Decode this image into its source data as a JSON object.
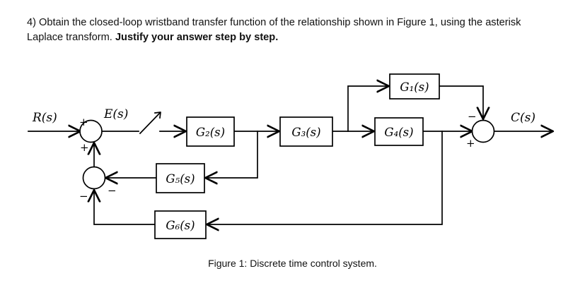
{
  "question": {
    "number": "4)",
    "text_part1": "4) Obtain the closed-loop wristband transfer function of the relationship shown in Figure 1, using the asterisk Laplace transform. ",
    "text_bold": "Justify your answer step by step.",
    "plain_line1": "4) Obtain the closed-loop wristband transfer function of the relationship shown in Figure 1, using the",
    "plain_line2": "asterisk Laplace transform."
  },
  "figure": {
    "caption": "Figure 1: Discrete time control system.",
    "title": "Discrete time control system",
    "signals": {
      "input": "R(s)",
      "error": "E(s)",
      "output": "C(s)"
    },
    "blocks": [
      {
        "id": "G1",
        "label": "G₁(s)",
        "base": "G",
        "sub": "1",
        "arg": "(s)"
      },
      {
        "id": "G2",
        "label": "G₂(s)",
        "base": "G",
        "sub": "2",
        "arg": "(s)"
      },
      {
        "id": "G3",
        "label": "G₃(s)",
        "base": "G",
        "sub": "3",
        "arg": "(s)"
      },
      {
        "id": "G4",
        "label": "G₄(s)",
        "base": "G",
        "sub": "4",
        "arg": "(s)"
      },
      {
        "id": "G5",
        "label": "G₅(s)",
        "base": "G",
        "sub": "5",
        "arg": "(s)"
      },
      {
        "id": "G6",
        "label": "G₆(s)",
        "base": "G",
        "sub": "6",
        "arg": "(s)"
      }
    ],
    "summing_junctions": [
      {
        "id": "sum1",
        "name": "input-summing-junction",
        "signs": {
          "left": "+",
          "bottom": "+"
        }
      },
      {
        "id": "sum2",
        "name": "feedback-summing-junction",
        "signs": {
          "right": "−",
          "bottom": "−"
        }
      },
      {
        "id": "sum3",
        "name": "output-summing-junction",
        "signs": {
          "top": "−",
          "left": "+"
        }
      }
    ],
    "sampler": {
      "name": "ideal-sampler-switch",
      "description": "sampler switch on E(s) path"
    },
    "colors": {
      "line": "#000000",
      "background": "#ffffff",
      "text": "#111111"
    }
  }
}
